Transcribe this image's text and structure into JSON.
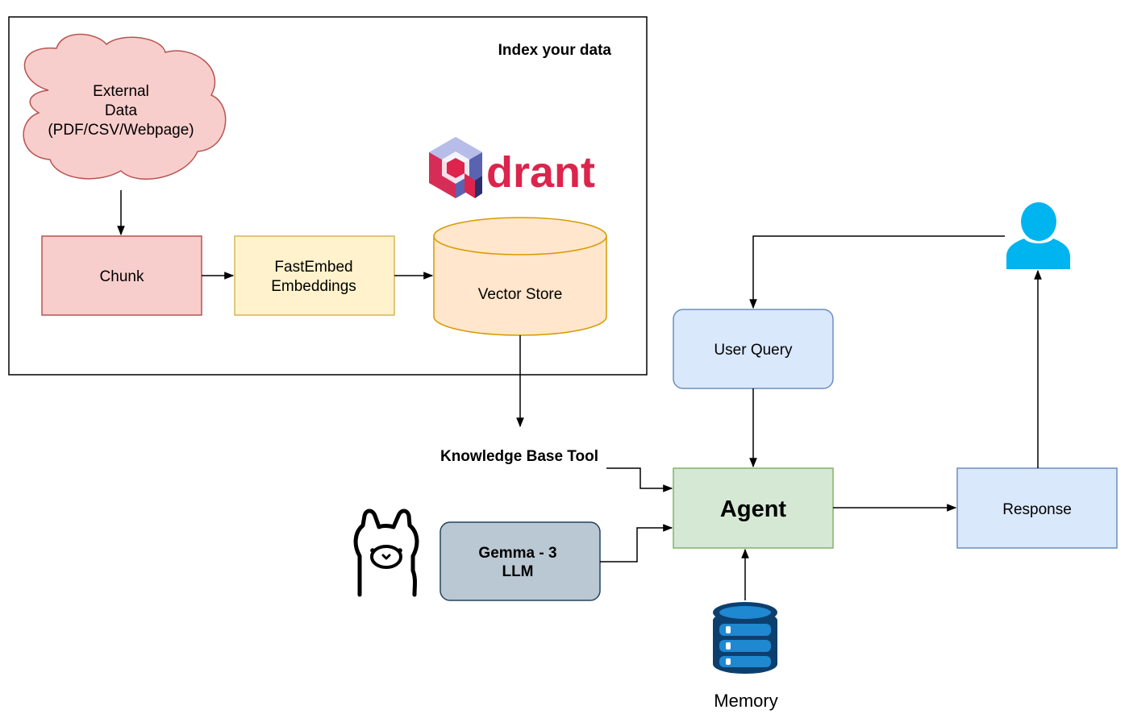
{
  "index_group": {
    "title": "Index your data"
  },
  "nodes": {
    "external_data": {
      "line1": "External",
      "line2": "Data",
      "line3": "(PDF/CSV/Webpage)"
    },
    "chunk": {
      "label": "Chunk"
    },
    "fastembed": {
      "line1": "FastEmbed",
      "line2": "Embeddings"
    },
    "vector_store": {
      "label": "Vector Store"
    },
    "knowledge_base_tool": {
      "label": "Knowledge Base Tool"
    },
    "user_query": {
      "label": "User Query"
    },
    "agent": {
      "label": "Agent"
    },
    "response": {
      "label": "Response"
    },
    "llm": {
      "line1": "Gemma - 3",
      "line2": "LLM"
    },
    "memory": {
      "label": "Memory"
    }
  },
  "logo": {
    "wordmark": "drant"
  },
  "colors": {
    "external_fill": "#f8cecc",
    "external_stroke": "#b85450",
    "chunk_fill": "#f8cecc",
    "chunk_stroke": "#b85450",
    "fastembed_fill": "#fff2cc",
    "fastembed_stroke": "#d6b656",
    "vector_fill": "#ffe6cc",
    "vector_stroke": "#d79b00",
    "query_fill": "#dae8fc",
    "query_stroke": "#6c8ebf",
    "agent_fill": "#d5e8d4",
    "agent_stroke": "#82b366",
    "llm_fill": "#bac8d3",
    "llm_stroke": "#23445d",
    "user_icon": "#00b4f0",
    "memory_icon": "#1e88d0",
    "qdrant_red": "#dc244c"
  }
}
